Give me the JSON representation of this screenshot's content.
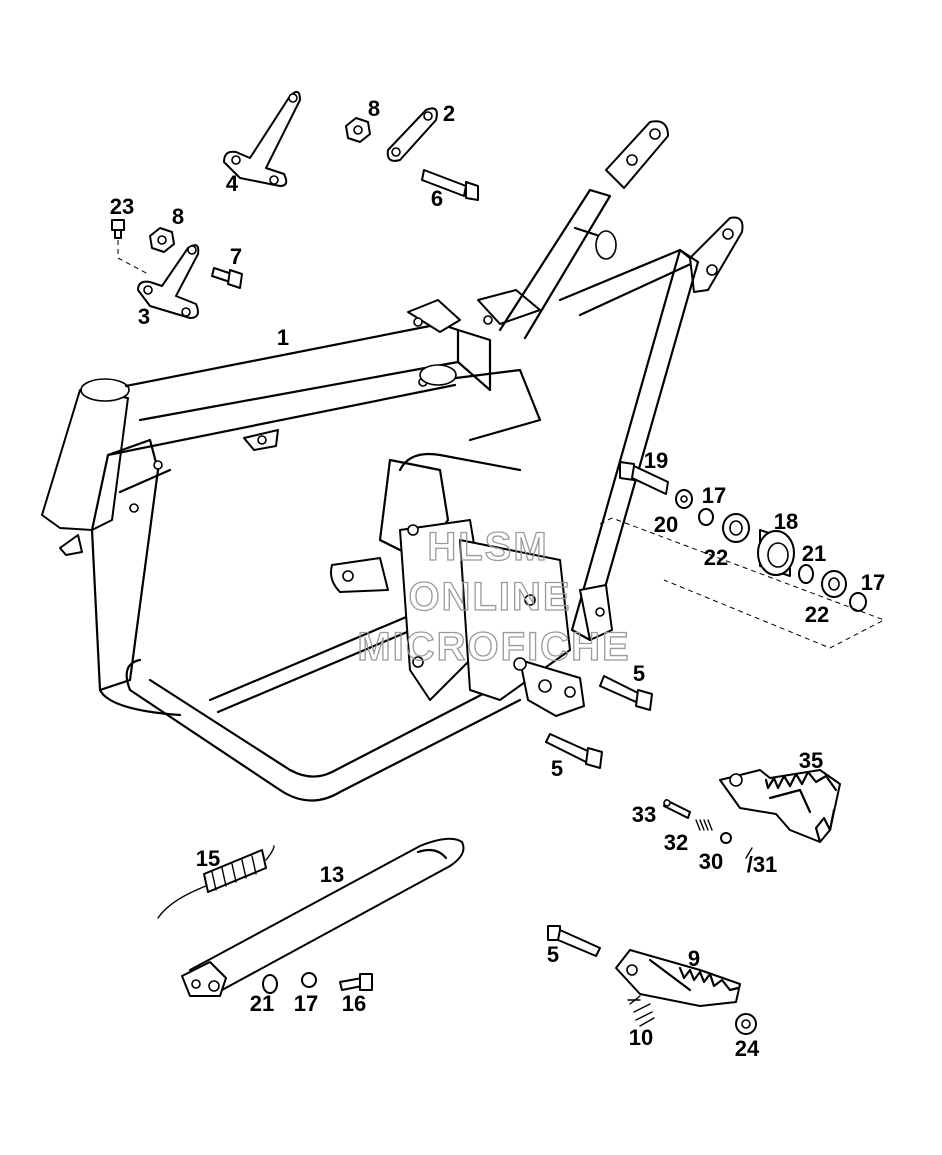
{
  "diagram": {
    "callouts": {
      "c1": "1",
      "c2": "2",
      "c3": "3",
      "c4": "4",
      "c5a": "5",
      "c5b": "5",
      "c5c": "5",
      "c6": "6",
      "c7": "7",
      "c8a": "8",
      "c8b": "8",
      "c9": "9",
      "c10": "10",
      "c13": "13",
      "c15": "15",
      "c16": "16",
      "c17a": "17",
      "c17b": "17",
      "c17c": "17",
      "c18": "18",
      "c19": "19",
      "c20": "20",
      "c21a": "21",
      "c21b": "21",
      "c22a": "22",
      "c22b": "22",
      "c23": "23",
      "c24": "24",
      "c30": "30",
      "c31": "/31",
      "c32": "32",
      "c33": "33",
      "c35": "35"
    },
    "watermark": {
      "line1": "HLSM",
      "line2": "ONLINE",
      "line3": "MICROFICHE"
    }
  }
}
